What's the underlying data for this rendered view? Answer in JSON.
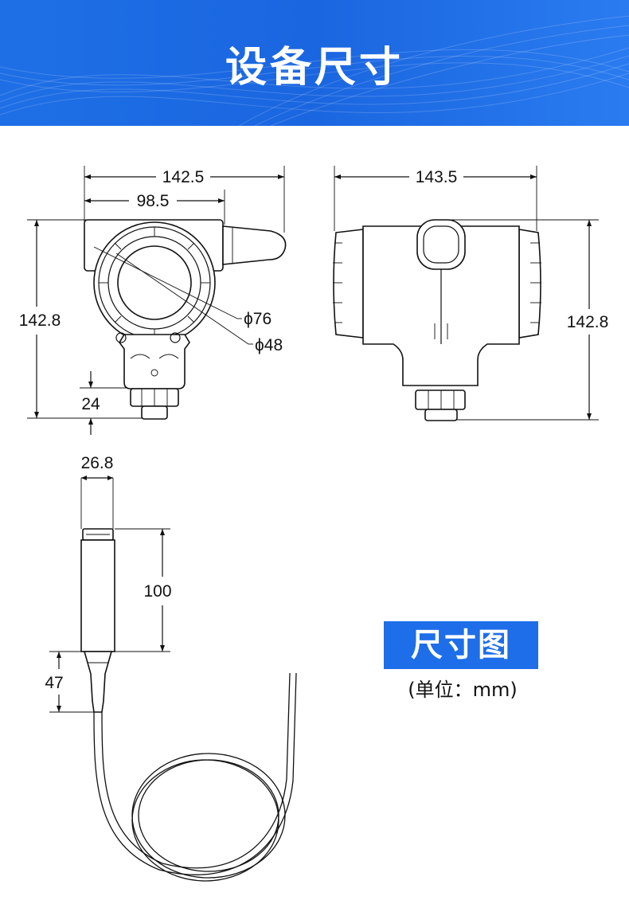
{
  "header": {
    "title": "设备尺寸"
  },
  "front_view": {
    "width_overall": "142.5",
    "width_body": "98.5",
    "height": "142.8",
    "dia_outer": "ϕ76",
    "dia_inner": "ϕ48",
    "fitting": "24"
  },
  "side_view": {
    "width": "143.5",
    "height": "142.8"
  },
  "probe": {
    "diameter": "26.8",
    "length": "100",
    "tip": "47"
  },
  "legend": {
    "title": "尺寸图",
    "unit": "(单位：mm)"
  },
  "colors": {
    "brand": "#1d6ee8",
    "line": "#111111"
  }
}
